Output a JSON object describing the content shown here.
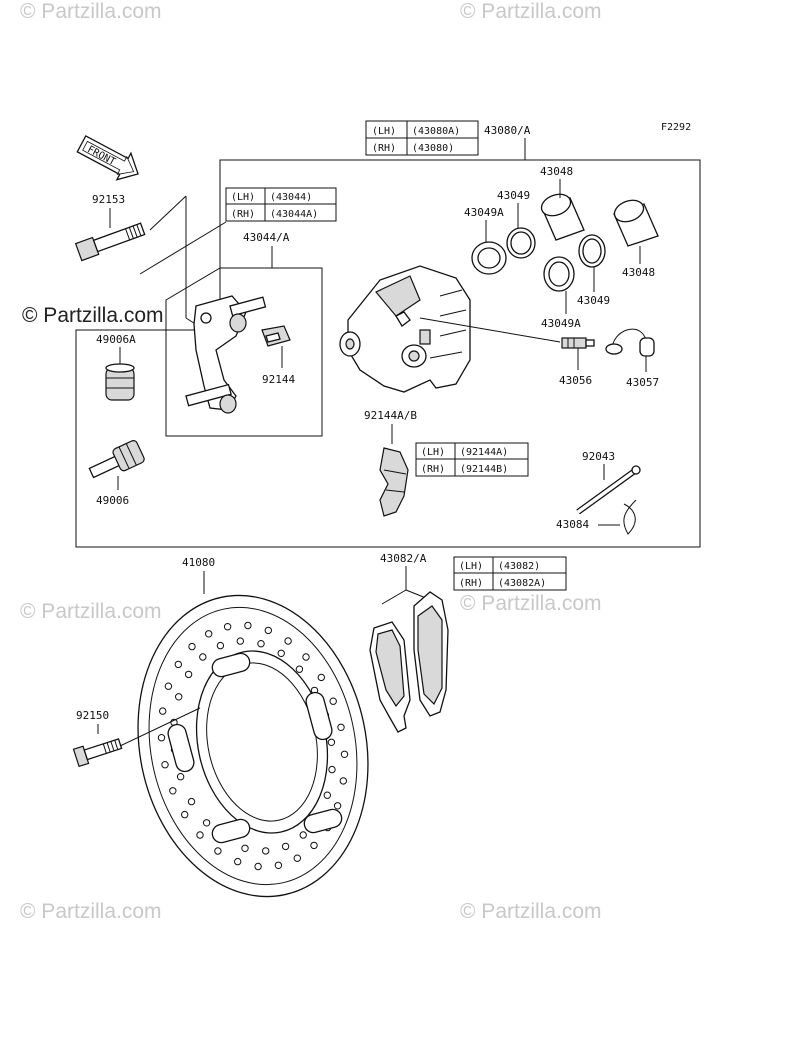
{
  "figure_code": "F2292",
  "watermark": "© Partzilla.com",
  "front_label": "FRONT",
  "parts": {
    "p92153": "92153",
    "p49006A": "49006A",
    "p49006": "49006",
    "p43044A": "43044/A",
    "p92144": "92144",
    "p92144AB": "92144A/B",
    "p43080A": "43080/A",
    "p43048a": "43048",
    "p43049a": "43049",
    "p43049Aa": "43049A",
    "p43048b": "43048",
    "p43049b": "43049",
    "p43049Ab": "43049A",
    "p43056": "43056",
    "p43057": "43057",
    "p92043": "92043",
    "p43084": "43084",
    "p41080": "41080",
    "p43082A": "43082/A",
    "p92150": "92150"
  },
  "tables": {
    "t43080": {
      "lh": "(LH)",
      "rh": "(RH)",
      "lh_val": "(43080A)",
      "rh_val": "(43080)"
    },
    "t43044": {
      "lh": "(LH)",
      "rh": "(RH)",
      "lh_val": "(43044)",
      "rh_val": "(43044A)"
    },
    "t92144": {
      "lh": "(LH)",
      "rh": "(RH)",
      "lh_val": "(92144A)",
      "rh_val": "(92144B)"
    },
    "t43082": {
      "lh": "(LH)",
      "rh": "(RH)",
      "lh_val": "(43082)",
      "rh_val": "(43082A)"
    }
  }
}
